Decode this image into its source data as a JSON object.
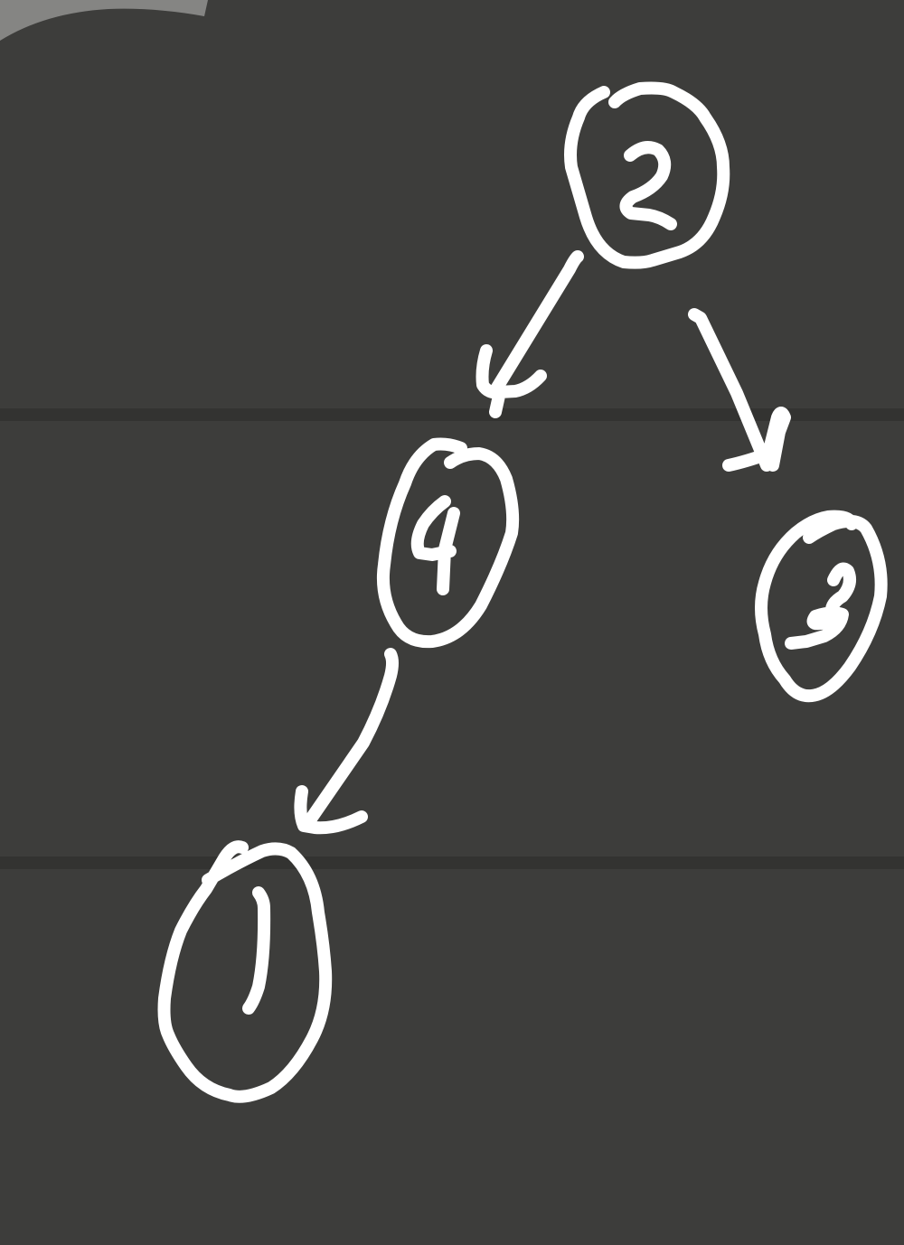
{
  "diagram": {
    "type": "binary-tree-sketch",
    "colors": {
      "background": "#3d3d3b",
      "separator": "#333331",
      "ink": "#ffffff",
      "corner": "#858583"
    },
    "nodes": [
      {
        "id": "node-2",
        "label": "2"
      },
      {
        "id": "node-4",
        "label": "4"
      },
      {
        "id": "node-3",
        "label": "3"
      },
      {
        "id": "node-1",
        "label": "1"
      }
    ],
    "edges": [
      {
        "from": "2",
        "to": "4"
      },
      {
        "from": "2",
        "to": "3"
      },
      {
        "from": "4",
        "to": "1"
      }
    ]
  }
}
